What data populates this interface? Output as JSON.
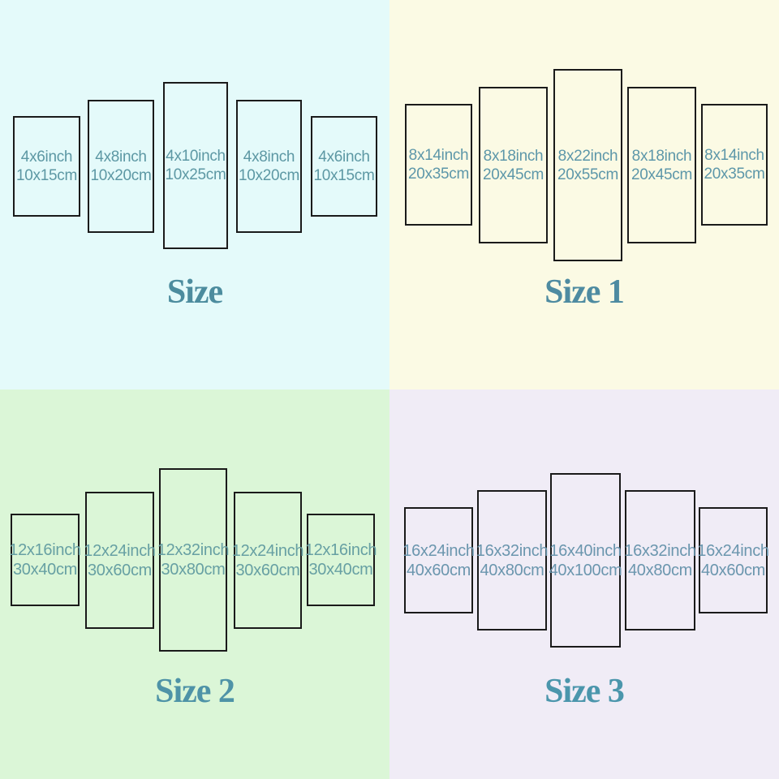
{
  "border_color": "#1a1a1a",
  "quadrants": [
    {
      "label": "Size",
      "bg_color": "#e4fafa",
      "text_color": "#5d98a4",
      "label_color": "#4c8c9e",
      "panels": [
        {
          "inch": "4x6inch",
          "cm": "10x15cm"
        },
        {
          "inch": "4x8inch",
          "cm": "10x20cm"
        },
        {
          "inch": "4x10inch",
          "cm": "10x25cm"
        },
        {
          "inch": "4x8inch",
          "cm": "10x20cm"
        },
        {
          "inch": "4x6inch",
          "cm": "10x15cm"
        }
      ]
    },
    {
      "label": "Size 1",
      "bg_color": "#fbfae4",
      "text_color": "#5d97a9",
      "label_color": "#4e8ba1",
      "panels": [
        {
          "inch": "8x14inch",
          "cm": "20x35cm"
        },
        {
          "inch": "8x18inch",
          "cm": "20x45cm"
        },
        {
          "inch": "8x22inch",
          "cm": "20x55cm"
        },
        {
          "inch": "8x18inch",
          "cm": "20x45cm"
        },
        {
          "inch": "8x14inch",
          "cm": "20x35cm"
        }
      ]
    },
    {
      "label": "Size 2",
      "bg_color": "#dbf6d7",
      "text_color": "#67a0a3",
      "label_color": "#4e93a7",
      "panels": [
        {
          "inch": "12x16inch",
          "cm": "30x40cm"
        },
        {
          "inch": "12x24inch",
          "cm": "30x60cm"
        },
        {
          "inch": "12x32inch",
          "cm": "30x80cm"
        },
        {
          "inch": "12x24inch",
          "cm": "30x60cm"
        },
        {
          "inch": "12x16inch",
          "cm": "30x40cm"
        }
      ]
    },
    {
      "label": "Size 3",
      "bg_color": "#f0ecf6",
      "text_color": "#6b96ae",
      "label_color": "#4b96ac",
      "panels": [
        {
          "inch": "16x24inch",
          "cm": "40x60cm"
        },
        {
          "inch": "16x32inch",
          "cm": "40x80cm"
        },
        {
          "inch": "16x40inch",
          "cm": "40x100cm"
        },
        {
          "inch": "16x32inch",
          "cm": "40x80cm"
        },
        {
          "inch": "16x24inch",
          "cm": "40x60cm"
        }
      ]
    }
  ]
}
